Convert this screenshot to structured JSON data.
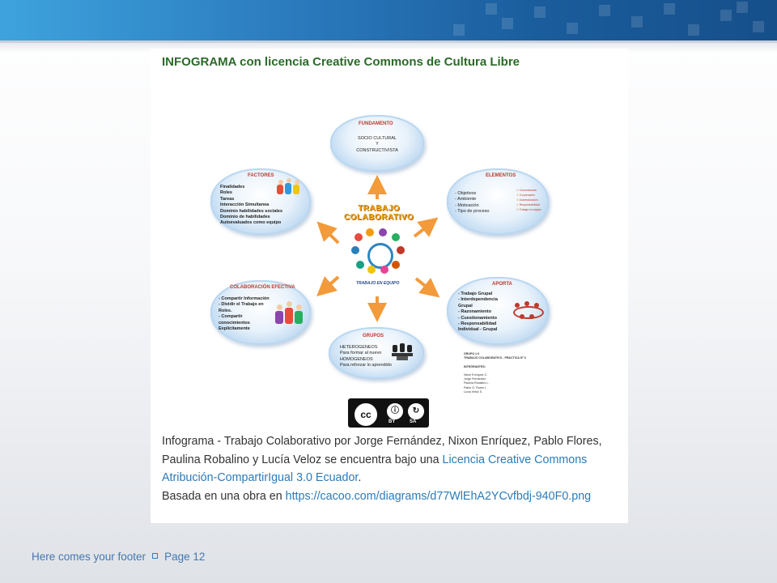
{
  "slide": {
    "title": "INFOGRAMA con licencia Creative Commons de Cultura Libre",
    "footer_text": "Here comes your footer",
    "footer_page": "Page 12"
  },
  "diagram": {
    "center": {
      "line1": "TRABAJO",
      "line2": "COLABORATIVO",
      "caption": "TRABAJO EN EQUIPO"
    },
    "fundamento": {
      "title": "FUNDAMENTO",
      "lines": [
        "SOCIO CULTURAL",
        "Y",
        "CONSTRUCTIVISTA"
      ]
    },
    "factores": {
      "title": "FACTORES",
      "lines": [
        "Finalidades",
        "Roles",
        "Tareas",
        "Interacción Simultanea",
        "Dominio habilidades sociales",
        "Dominio de habilidades",
        "Autoevaluados como equipo"
      ]
    },
    "elementos": {
      "title": "ELEMENTOS",
      "lines": [
        "- Objetivos",
        "- Ambiente",
        "- Motivación",
        "- Tipo de proceso"
      ],
      "right": [
        "Comunicación",
        "Cooperación",
        "Autoevaluación",
        "Responsabilidad",
        "Trabajo en equipo"
      ]
    },
    "colaboracion": {
      "title": "COLABORACIÓN EFECTIVA",
      "lines": [
        "- Compartir Información",
        "- Dividir el Trabajo en",
        "  Roles.",
        "- Compartir",
        "  conocimientos",
        "  Explícitamente"
      ]
    },
    "aporta": {
      "title": "APORTA",
      "lines": [
        "- Trabajo Grupal",
        "- Interdependencia",
        "  Grupal",
        "- Razonamiento",
        "- Cuestionamiento",
        "- Responsabilidad",
        "  Individual - Grupal"
      ]
    },
    "grupos": {
      "title": "GRUPOS",
      "lines": [
        "HETEROGENEOS",
        "Para formar al nuevo",
        "HOMOGENEOS",
        "Para reforzar lo aprendido"
      ]
    },
    "group_info": [
      "GRUPO # 6",
      "TRABAJO COLABORATIVO - PRACTICA Nº 3",
      "",
      "INTEGRANTES:",
      "",
      "Nixon Enríquez C.",
      "Jorge Fernández",
      "Paulina Robalino L.",
      "Pablo G. Flores I.",
      "Lucía Veloz S."
    ]
  },
  "license_badge": {
    "cc": "cc",
    "by": "BY",
    "sa": "SA"
  },
  "caption": {
    "p1": "Infograma - Trabajo Colaborativo por Jorge Fernández, Nixon Enríquez, Pablo Flores, Paulina Robalino y Lucía Veloz se encuentra bajo una ",
    "link1": "Licencia Creative Commons Atribución-CompartirIgual 3.0 Ecuador",
    "p1_end": ".",
    "p2": "Basada en una obra en ",
    "link2": "https://cacoo.com/diagrams/d77WlEhA2YCvfbdj-940F0.png"
  },
  "colors": {
    "header_blue": "#2c7dc0",
    "title_green": "#2b6a2a",
    "link_blue": "#2b7bb9",
    "arrow_orange": "#f39a3a",
    "footer_blue": "#4677b0"
  }
}
